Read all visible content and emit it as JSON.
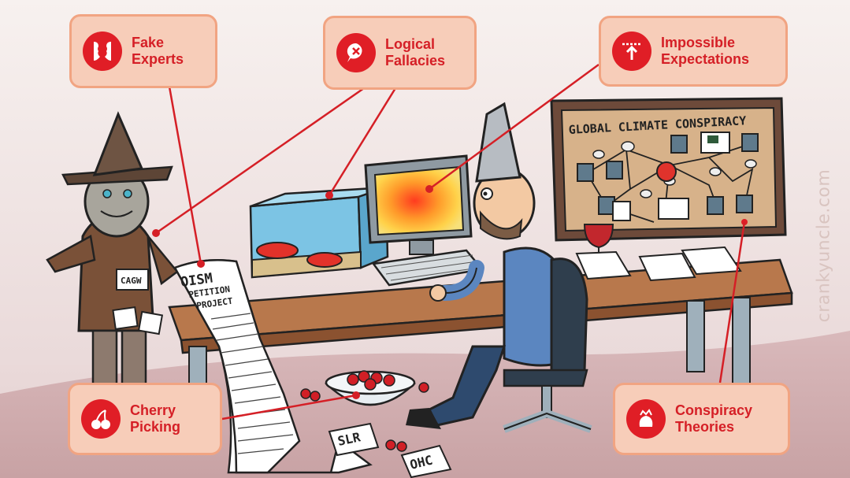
{
  "labels": {
    "fake_experts": "Fake\nExperts",
    "logical_fallacies": "Logical\nFallacies",
    "impossible_expectations": "Impossible\nExpectations",
    "cherry_picking": "Cherry\nPicking",
    "conspiracy_theories": "Conspiracy\nTheories"
  },
  "scene_text": {
    "board_title": "GLOBAL CLIMATE CONSPIRACY",
    "scarecrow_tag": "CAGW",
    "petition_line1": "OISM",
    "petition_line2": "PETITION",
    "petition_line3": "PROJECT",
    "floor_card_1": "SLR",
    "floor_card_2": "OHC"
  },
  "watermark": "crankyuncle.com",
  "colors": {
    "accent_red": "#e01e26",
    "label_fill": "#f7cdb9",
    "label_border": "#f1a482",
    "background_top": "#f6eeec",
    "floor": "#c9a4a6"
  },
  "icons": [
    "faces-vase-icon",
    "speech-bubble-x-icon",
    "arrow-up-limit-icon",
    "cherries-icon",
    "tinfoil-hat-head-icon"
  ]
}
